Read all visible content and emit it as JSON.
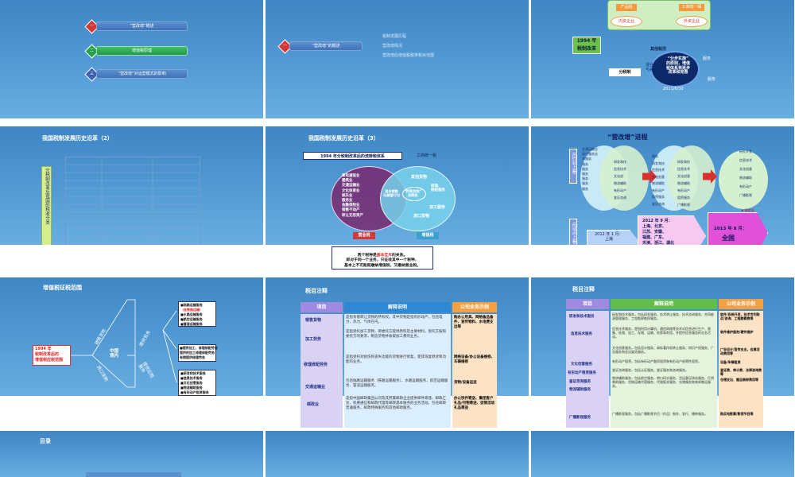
{
  "slide1": {
    "items": [
      {
        "num": "一",
        "label": "“营改增”概述"
      },
      {
        "num": "二",
        "label": "增值税原理"
      },
      {
        "num": "三",
        "label": "“营改增”对运营模式的影响"
      }
    ]
  },
  "slide2": {
    "num": "一",
    "label": "“营改增”的概述",
    "notes": [
      "税制发展历程",
      "营改增情况",
      "营改增后增值税税率税目范围"
    ]
  },
  "slide3": {
    "top_left": "产品税",
    "top_right": "工商统一税",
    "inner_left": "内资企业",
    "inner_right": "外资企业",
    "year_box": "1994 年\n税制改革",
    "mid": "其他税改",
    "step_box": "分税制",
    "callout": "“分步实施”\n的原则，增值\n税体系将逐步\n改革和完善",
    "left_small": "混合销售\n与兼营行为",
    "year2": "2011/6/30",
    "right_small": [
      "服务",
      "服务"
    ]
  },
  "slide4": {
    "title": "我国税制发展历史沿革（2）",
    "side_label": "分税制改革后我国的税收分类"
  },
  "slide5": {
    "title": "我国税制发展历史沿革（3）",
    "header_box": "1994 年分税制改革后的流转税体系",
    "tag": "工商统一税",
    "left_items": "邮电通信业\n建筑业\n交通运输业\n文化体育业\n娱乐业\n服务业\n金融保险业\n销售不动产\n转让无形资产",
    "overlap": "混合销售\n与兼营行为",
    "overlap2": "“特殊货物”\n消费税",
    "right_top": "其他货物",
    "right_mid": "修理、\n修配服务",
    "right_low": "加工服务",
    "right_bottom": "进口货物",
    "label_left": "营业税",
    "label_right": "增值税",
    "note_pre": "两个税种是",
    "note_em": "基本互斥",
    "note_post": "的关系。\n即对于同一个业务，只征收其中一个税种，\n基本上不可能既缴纳增值税，又缴纳营业税。"
  },
  "slide6": {
    "title": "“营改增”进程",
    "legend": [
      "交通运输业",
      "现代服务业",
      "交通运输业",
      "现代服务业",
      "交通运输业",
      "现代服务业"
    ],
    "left_vertical": "从行业上看",
    "left_vertical2": "从试点上看",
    "col1": [
      "交通运输业",
      "现代服务业",
      "术服务",
      "服务",
      "服务",
      "服务",
      "服务",
      "服务",
      "服务"
    ],
    "col2": [
      "研发和技",
      "信息技术",
      "文化创",
      "物流辅助",
      "有形动产",
      "鉴证咨询"
    ],
    "col3": [
      "服务",
      "研发和技",
      "信息技术",
      "文化创意",
      "物流辅助",
      "有形动产",
      "租赁服务",
      "鉴证咨询"
    ],
    "col4": [
      "研发和技",
      "信息技术",
      "文化创意",
      "物流辅助",
      "有形动产",
      "租赁服务",
      "广播影视"
    ],
    "col5": [
      "研究开发",
      "信息技术",
      "文化创意",
      "物流辅助",
      "有形动产",
      "广播影视"
    ],
    "red_note": "★ 电信业",
    "stage1": "2012 年 1 月：\n上海",
    "stage2": "2012 年 9 月：\n上海、北京、\n江苏、安徽、\n福建、广东、\n天津、浙江、湖北",
    "stage3_a": "2013 年 8 月：",
    "stage3_b": "全国"
  },
  "slide7": {
    "title": "增值税征税范围",
    "left_box": "1994 年\n税制改革后的\n增值税应税范围",
    "center": "中国\n境内",
    "branch1": "销售货物",
    "branch2": "进口货物",
    "branch3": "提供劳务",
    "branch4": "提供应税\n服务",
    "top_list": [
      "■陆路运输服务",
      "（含铁路运输）",
      "■水路运输服务",
      "■航空运输服务",
      "■管道运输服务"
    ],
    "mid_list": [
      "■提供加工、修理修配劳务",
      "提供的加工修理修配劳务",
      "有偿提供修理劳务"
    ],
    "bottom_list": [
      "■研发和技术服务",
      "■信息技术服务",
      "■文化创意服务",
      "■物流辅助服务",
      "■有形动产租赁服务",
      "■鉴证咨询服务",
      "■广播影视服务"
    ]
  },
  "slide8": {
    "title": "税目注释",
    "headers": [
      "项目",
      "解释说明",
      "公司业务示例"
    ],
    "rows": [
      {
        "item": "销售货物",
        "desc": "是指有偿转让货物的所有权。其中货物是指有形动产，包括电力、热力、气体在内。",
        "ex": "购办公用具、网络备品备件、宣传物料、水电费支出等"
      },
      {
        "item": "加工劳务",
        "desc": "是指受托加工货物，即委托方提供原料及主要材料，受托方按照委托方的要求，制造货物并收取加工费的业务。",
        "ex": ""
      },
      {
        "item": "修理修配劳务",
        "desc": "是指受托对损伤和丧失功能的货物进行修复，使其恢复原状和功能的业务。",
        "ex": "网络设备/办公设备维修、车辆维修"
      },
      {
        "item": "交通运输业",
        "desc": "包括陆路运输服务（铁路运输服务）、水路运输服务、航空运输服务、管道运输服务。",
        "ex": "货物/设备运送"
      },
      {
        "item": "邮政业",
        "desc": "是指中国邮政集团公司及其所属邮政企业提供邮件寄递、邮政汇兑、机要通信和邮政代理等邮政基本服务的业务活动。包括邮政普遍服务、邮政特殊服务和其他邮政服务。",
        "ex": "办公快件寄送、集团客户礼品/刊物寄送、促销活动礼品寄送"
      }
    ]
  },
  "slide9": {
    "title": "税目注释",
    "headers": [
      "项目",
      "解释说明",
      "公司业务示例"
    ],
    "rows": [
      {
        "item": "研发和技术服务",
        "desc": "研发和技术服务，包括研发服务、技术转让服务、技术咨询服务、合同能源管理服务、工程勘察勘探服务。",
        "ex": "软件/系统开发，技术专利购买/咨询、工程勘察费等"
      },
      {
        "item": "信息技术服务",
        "desc": "信息技术服务，是指利用计算机、通信网络等技术对信息进行生产、收集、处理、加工、存储、运输、检索和利用，并提供信息服务的业务活动。",
        "ex": "软件维护服务/硬件维护"
      },
      {
        "item": "文化创意服务",
        "desc": "文化创意服务，包括设计服务、商标著作权转让服务、知识产权服务、广告服务和会议展览服务。",
        "ex": "广告设计/宣传支出，会展活动费用等"
      },
      {
        "item": "有形动产租赁服务",
        "desc": "有形动产租赁，包括有形动产融资租赁和有形动产经营性租赁。",
        "ex": "设备/车辆租赁"
      },
      {
        "item": "鉴证咨询服务",
        "desc": "鉴证咨询服务，包括认证服务、鉴证服务和咨询服务。",
        "ex": "鉴证费、审计费、法律咨询费等"
      },
      {
        "item": "物流辅助服务",
        "desc": "物流辅助服务，包括航空服务、港口码头服务、货运客运场站服务、打捞救助服务、货物运输代理服务、代理报关服务、仓储服务和装卸搬运服务。",
        "ex": "仓储支出、搬运装卸费用等"
      },
      {
        "item": "广播影视服务",
        "desc": "广播影视服务，包括广播影视节目（作品）制作、发行、播映服务。",
        "ex": "购买电影票/影视节目等"
      }
    ]
  },
  "slide10": {
    "title": "目录"
  }
}
